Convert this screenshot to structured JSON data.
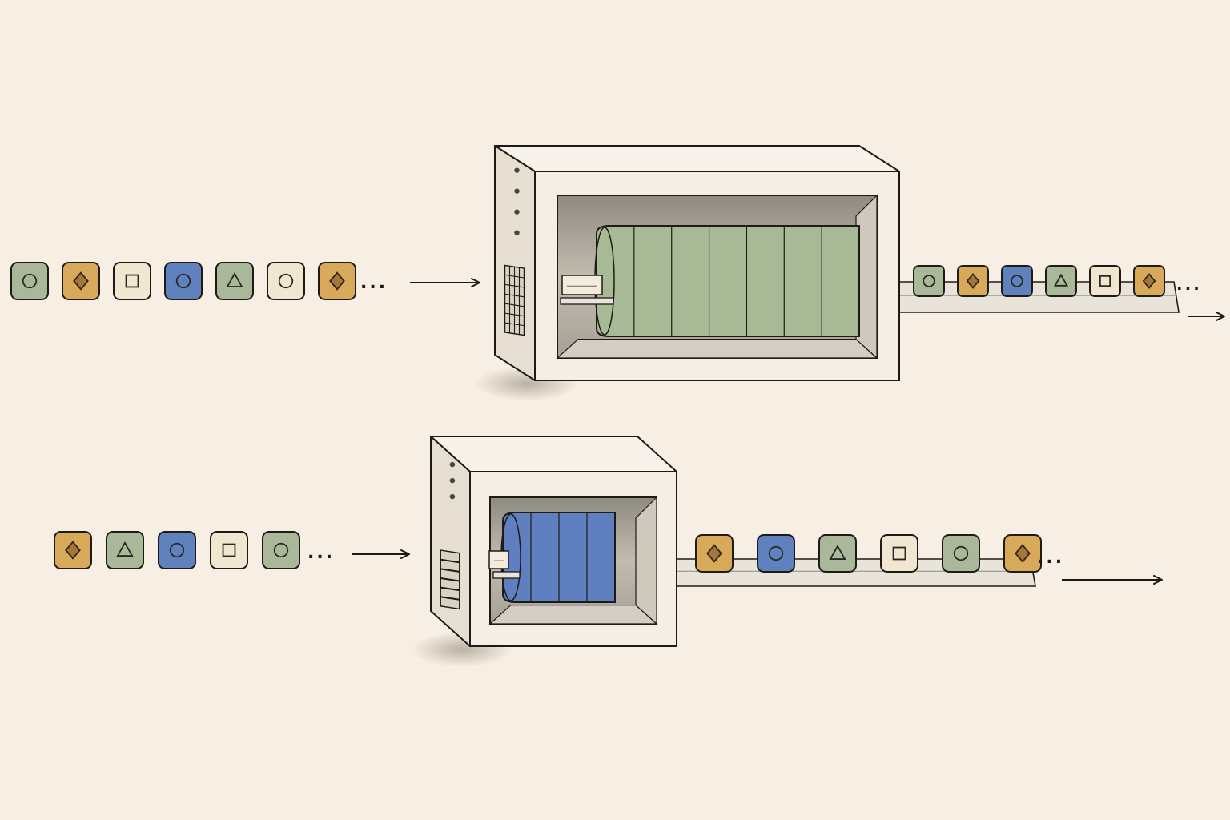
{
  "colors": {
    "background": "#f8efe4",
    "ink": "#1e1b17",
    "sage": "#a9b899",
    "ochre": "#d9a95a",
    "blue": "#5f81bd",
    "cream": "#f1e6cf",
    "machine_face": "#f4eee4",
    "machine_side": "#e6ded0",
    "interior": "#b6b0a4",
    "drum_sage": "#a8b996",
    "drum_blue": "#5f7fc0",
    "tray": "#e9e4da"
  },
  "ellipsis": "...",
  "pipelines": [
    {
      "machine_drum_color": "sage",
      "machine_vent_style": "grid-vent-icon",
      "input_tokens": [
        {
          "color": "sage",
          "symbol": "circle"
        },
        {
          "color": "ochre",
          "symbol": "diamond"
        },
        {
          "color": "cream",
          "symbol": "square"
        },
        {
          "color": "blue",
          "symbol": "circle"
        },
        {
          "color": "sage",
          "symbol": "triangle"
        },
        {
          "color": "cream",
          "symbol": "circle"
        },
        {
          "color": "ochre",
          "symbol": "diamond"
        }
      ],
      "output_tokens": [
        {
          "color": "sage",
          "symbol": "circle"
        },
        {
          "color": "ochre",
          "symbol": "diamond"
        },
        {
          "color": "blue",
          "symbol": "circle"
        },
        {
          "color": "sage",
          "symbol": "triangle"
        },
        {
          "color": "cream",
          "symbol": "square"
        },
        {
          "color": "ochre",
          "symbol": "diamond"
        }
      ]
    },
    {
      "machine_drum_color": "blue",
      "machine_vent_style": "slat-vent-icon",
      "input_tokens": [
        {
          "color": "ochre",
          "symbol": "diamond"
        },
        {
          "color": "sage",
          "symbol": "triangle"
        },
        {
          "color": "blue",
          "symbol": "circle"
        },
        {
          "color": "cream",
          "symbol": "square"
        },
        {
          "color": "sage",
          "symbol": "circle"
        }
      ],
      "output_tokens": [
        {
          "color": "ochre",
          "symbol": "diamond"
        },
        {
          "color": "blue",
          "symbol": "circle"
        },
        {
          "color": "sage",
          "symbol": "triangle"
        },
        {
          "color": "cream",
          "symbol": "square"
        },
        {
          "color": "sage",
          "symbol": "circle"
        },
        {
          "color": "ochre",
          "symbol": "diamond"
        }
      ]
    }
  ]
}
